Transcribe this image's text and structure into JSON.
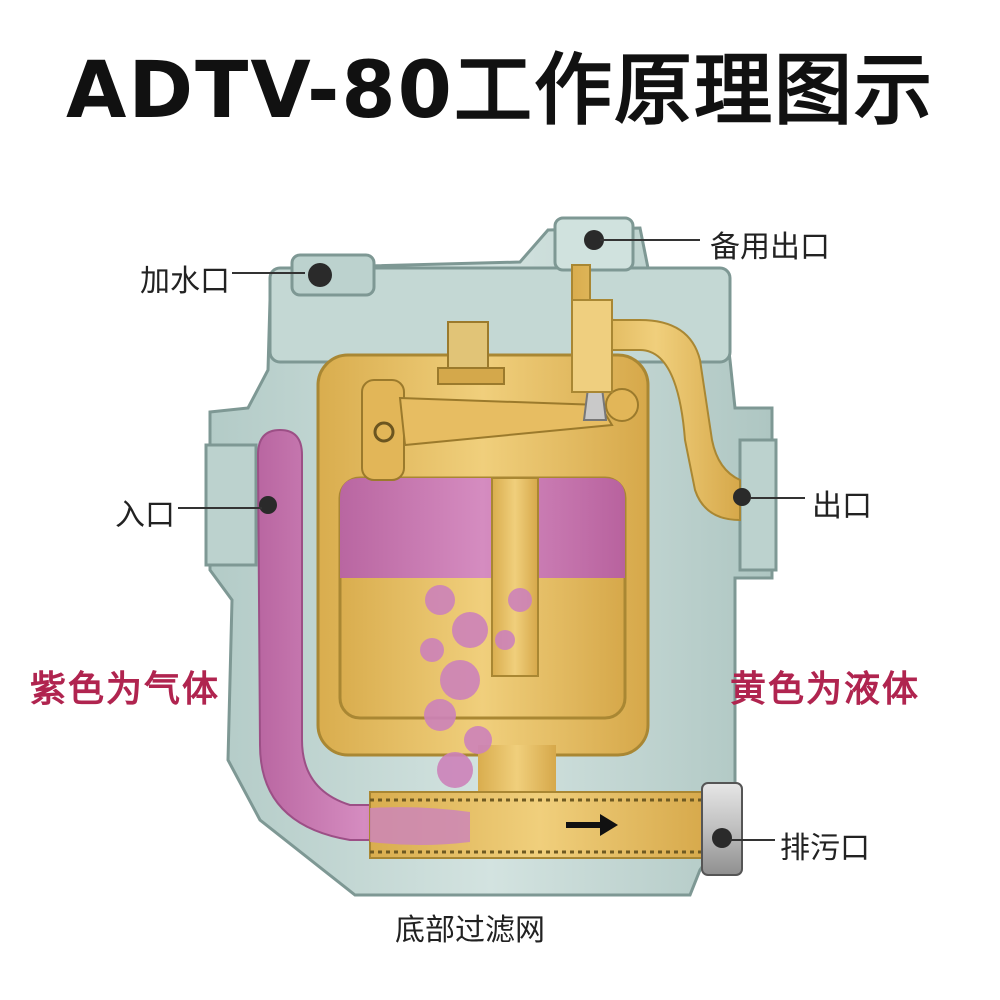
{
  "title": "ADTV-80工作原理图示",
  "labels": {
    "fill_port": "加水口",
    "backup_outlet": "备用出口",
    "inlet": "入口",
    "outlet": "出口",
    "drain": "排污口",
    "filter": "底部过滤网"
  },
  "legend": {
    "gas": "紫色为气体",
    "liquid": "黄色为液体"
  },
  "colors": {
    "body": "#c9dcd8",
    "body_dark": "#9fb7b3",
    "liquid": "#e8c46a",
    "gas": "#c979b2",
    "legend_text": "#b0244f"
  }
}
